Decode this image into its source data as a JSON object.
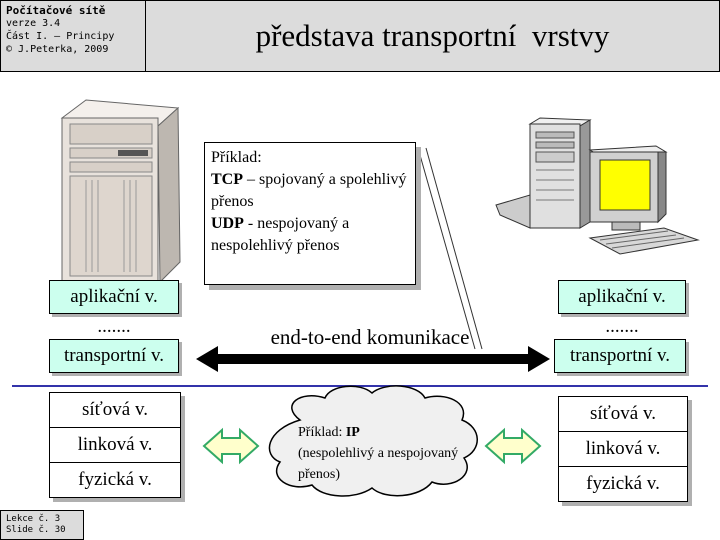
{
  "header": {
    "course_title": "Počítačové sítě",
    "version": "verze 3.4",
    "part": "Část I. – Principy",
    "copyright": "© J.Peterka, 2009",
    "slide_title": "představa transportní  vrstvy"
  },
  "example_tcp_udp": {
    "heading": "Příklad:",
    "tcp_label": "TCP",
    "tcp_desc": " – spojovaný a spolehlivý přenos",
    "udp_label": "UDP",
    "udp_desc": " - nespojovaný a nespolehlivý přenos"
  },
  "left_stack": {
    "application": "aplikační v.",
    "dots": ".......",
    "transport": "transportní v.",
    "network": "síťová v.",
    "link": "linková v.",
    "physical": "fyzická v."
  },
  "right_stack": {
    "application": "aplikační v.",
    "dots": ".......",
    "transport": "transportní v.",
    "network": "síťová v.",
    "link": "linková v.",
    "physical": "fyzická v."
  },
  "end_to_end_label": "end-to-end komunikace",
  "ip_cloud": {
    "heading": "Příklad: ",
    "ip_label": "IP",
    "desc": "(nespolehlivý a nespojovaný přenos)"
  },
  "footer": {
    "lesson": "Lekce č. 3",
    "slide": "Slide č. 30"
  },
  "colors": {
    "layer_box": "#ccffee",
    "header_bg": "#dcdcdc",
    "divider": "#3333aa",
    "monitor_screen": "#ffff00",
    "arrow_fill": "#ffffcc",
    "arrow_stroke": "#33aa66"
  }
}
